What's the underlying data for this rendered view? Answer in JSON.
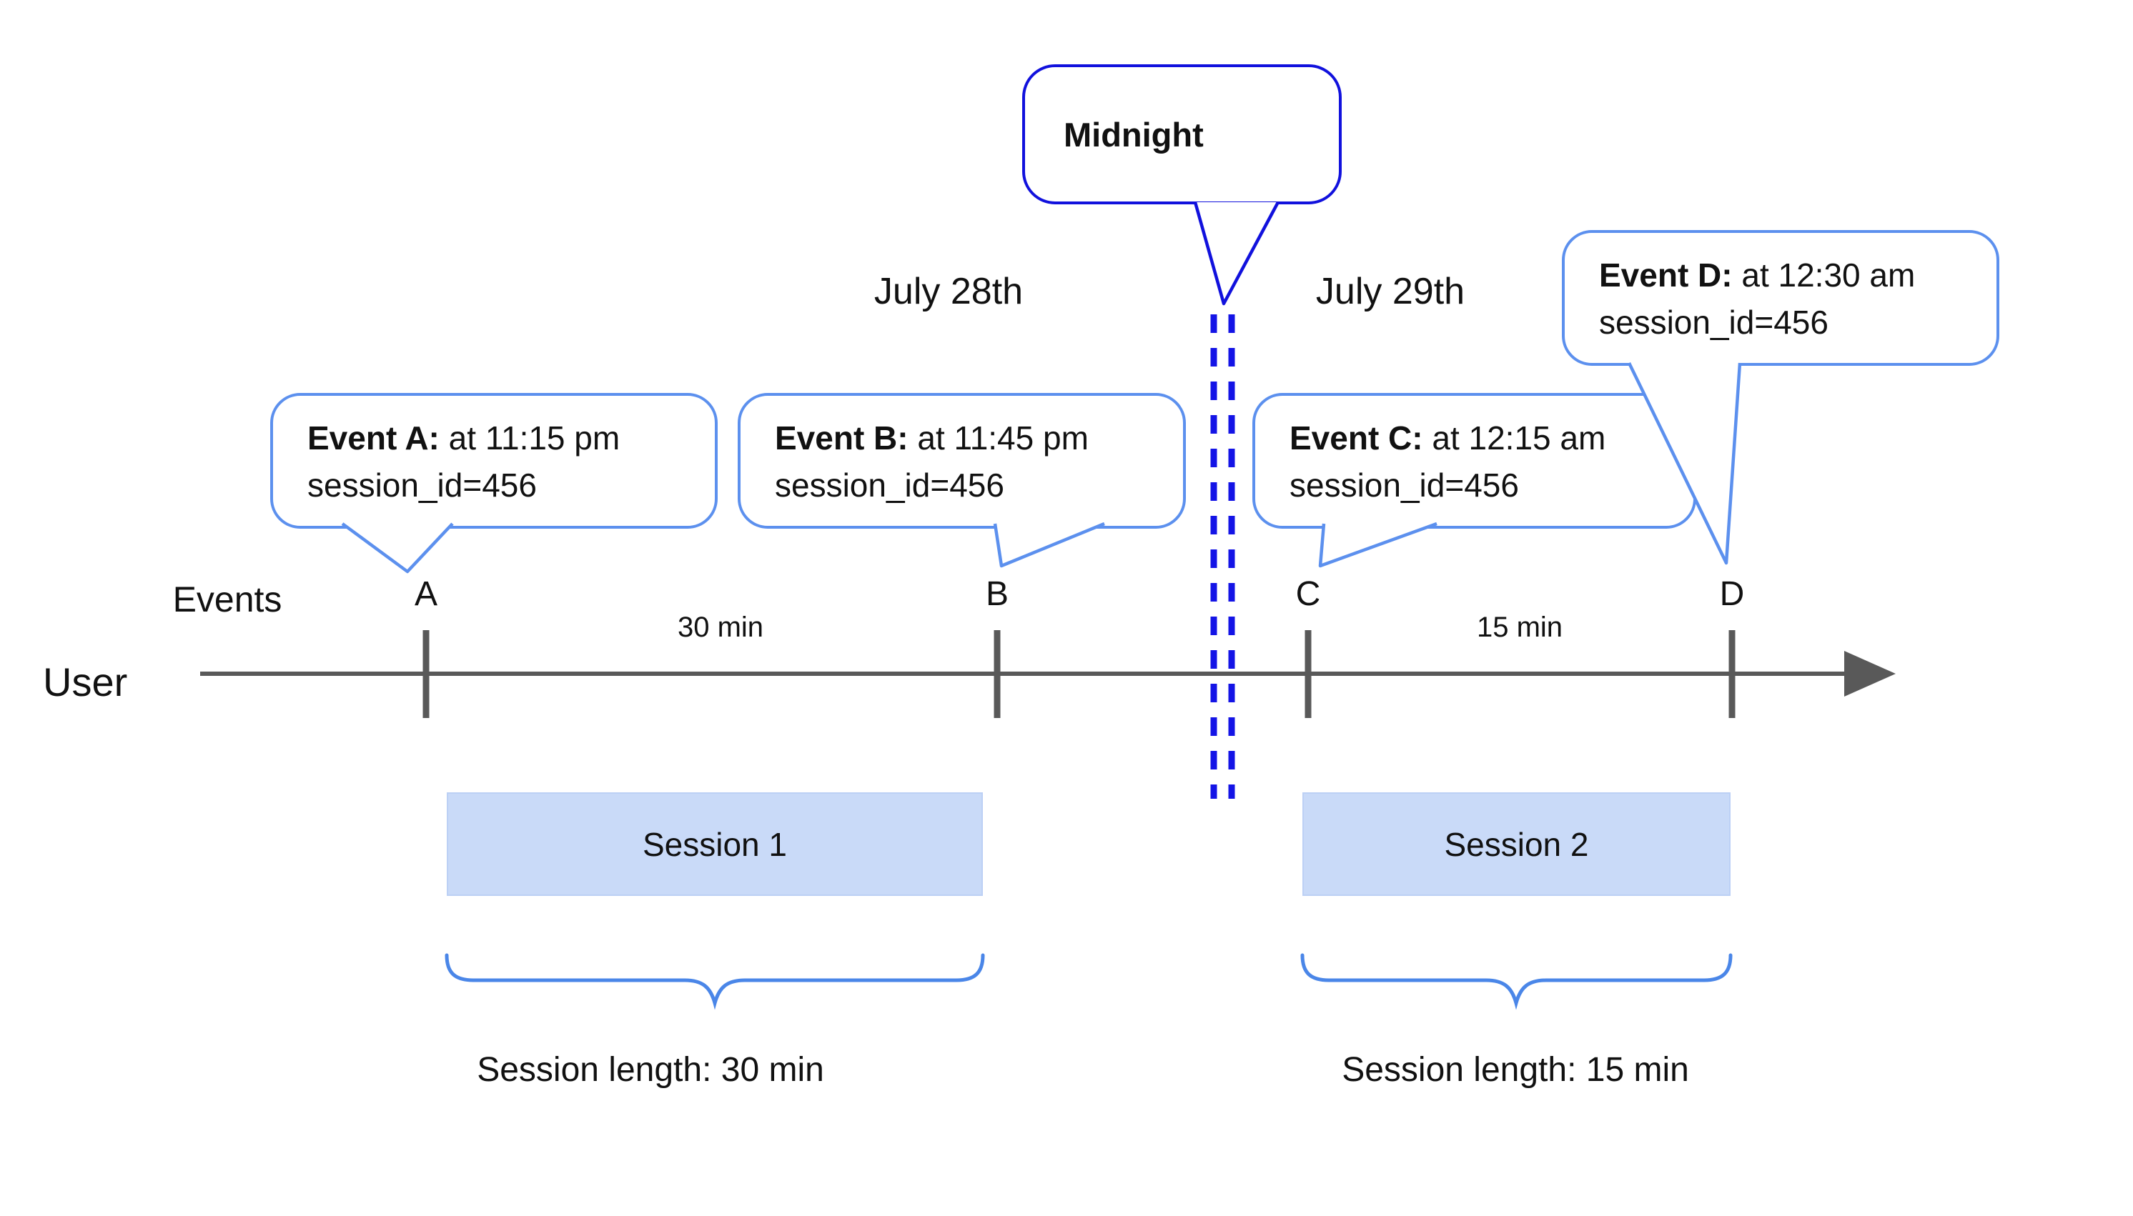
{
  "dates": {
    "before_label": "July 28th",
    "after_label": "July 29th"
  },
  "midnight": {
    "label": "Midnight"
  },
  "axis": {
    "row_label": "User",
    "events_label": "Events"
  },
  "ticks": [
    "A",
    "B",
    "C",
    "D"
  ],
  "callouts": [
    {
      "event": "A",
      "bold": "Event A:",
      "time": "at 11:15 pm",
      "session": "session_id=456"
    },
    {
      "event": "B",
      "bold": "Event B:",
      "time": "at 11:45 pm",
      "session": "session_id=456"
    },
    {
      "event": "C",
      "bold": "Event C:",
      "time": "at 12:15 am",
      "session": "session_id=456"
    },
    {
      "event": "D",
      "bold": "Event D:",
      "time": "at 12:30 am",
      "session": "session_id=456"
    }
  ],
  "intervals": [
    {
      "label": "30 min"
    },
    {
      "label": "15 min"
    }
  ],
  "sessions": [
    {
      "label": "Session 1",
      "length_label": "Session length: 30 min"
    },
    {
      "label": "Session 2",
      "length_label": "Session length: 15 min"
    }
  ],
  "colors": {
    "callout_border": "#5c90ee",
    "midnight_border": "#1111dd",
    "dashed_line": "#1414e6",
    "timeline": "#595959",
    "session_fill": "#c9daf8",
    "brace": "#4a86e8"
  }
}
